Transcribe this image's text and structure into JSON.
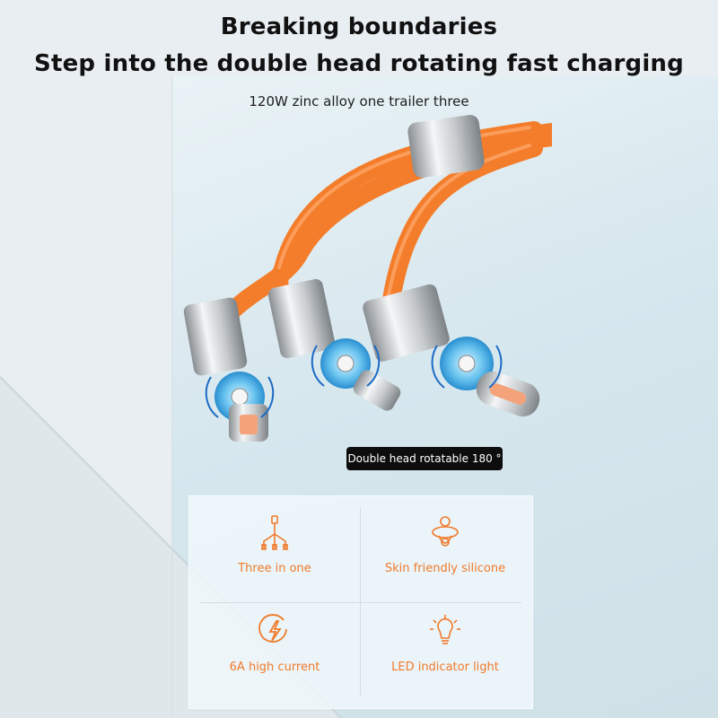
{
  "header": {
    "title_line1": "Breaking boundaries",
    "title_line2": "Step into the double head rotating fast charging",
    "subtitle": "120W zinc alloy one trailer three"
  },
  "badge": {
    "text": "Double head rotatable 180 °"
  },
  "colors": {
    "accent": "#f07a2a",
    "cable": "#f47d2b",
    "badge_bg": "#0d0d0d"
  },
  "features": [
    {
      "label": "Three in one",
      "icon": "cable-split-icon"
    },
    {
      "label": "Skin friendly silicone",
      "icon": "pacifier-icon"
    },
    {
      "label": "6A high current",
      "icon": "lightning-icon"
    },
    {
      "label": "LED indicator light",
      "icon": "bulb-icon"
    }
  ]
}
